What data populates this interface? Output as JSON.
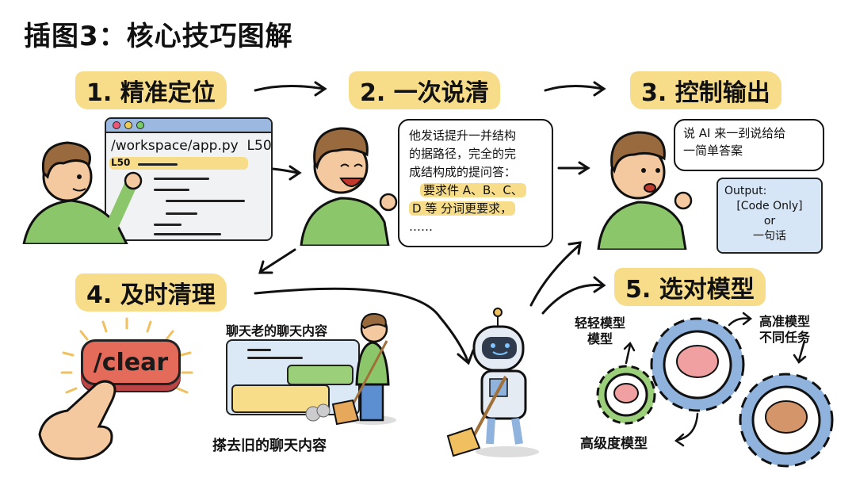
{
  "title": "插图3：核心技巧图解",
  "steps": [
    {
      "label": "1. 精准定位"
    },
    {
      "label": "2. 一次说清"
    },
    {
      "label": "3. 控制输出"
    },
    {
      "label": "4. 及时清理"
    },
    {
      "label": "5. 选对模型"
    }
  ],
  "step1": {
    "window_path": "/workspace/app.py  L50",
    "line_marker": "L50"
  },
  "step2": {
    "bubble_lines": [
      "他发话提升一并结构",
      "的据路径，完全的完",
      "成结构成的提问答："
    ],
    "highlight_lines": [
      "要求件 A、B、C、",
      "D 等 分词更要求，"
    ],
    "ellipsis": "……"
  },
  "step3": {
    "bubble_lines": [
      "说 AI 来一刭说给给",
      "一简单答案"
    ],
    "output_lines": [
      "Output:",
      "[Code Only]",
      "or",
      "一句话"
    ]
  },
  "step4": {
    "button_label": "/clear",
    "top_caption": "聊天老的聊天内容",
    "bottom_caption": "搽去旧的聊天内容"
  },
  "step5": {
    "light_model_lines": [
      "轻轻模型",
      "模型"
    ],
    "high_model_lines": [
      "高准模型",
      "不同任务"
    ],
    "advanced_model": "高级度模型"
  },
  "colors": {
    "highlight": "#f7dc8a",
    "shirt_green": "#8cc66a",
    "gear_blue": "#8fb3dd",
    "gear_green": "#9ccf7a",
    "button_red": "#e46a5a",
    "output_blue": "#d6e6f7"
  }
}
